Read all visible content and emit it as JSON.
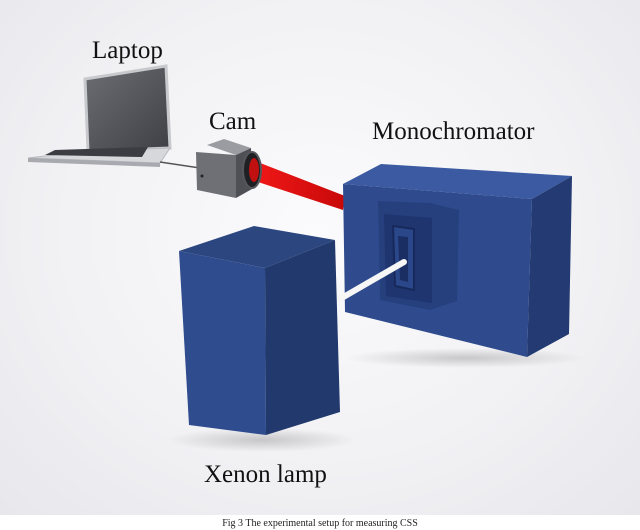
{
  "labels": {
    "laptop": "Laptop",
    "cam": "Cam",
    "monochromator": "Monochromator",
    "xenon_lamp": "Xenon lamp"
  },
  "caption": "Fig 3 The experimental setup for measuring CSS",
  "colors": {
    "box_front": "#2e4a8c",
    "box_side": "#22386e",
    "box_top": "#3a5aa0",
    "beam": "#e01010",
    "light_path": "#f4f4f4",
    "camera_body": "#707278"
  }
}
